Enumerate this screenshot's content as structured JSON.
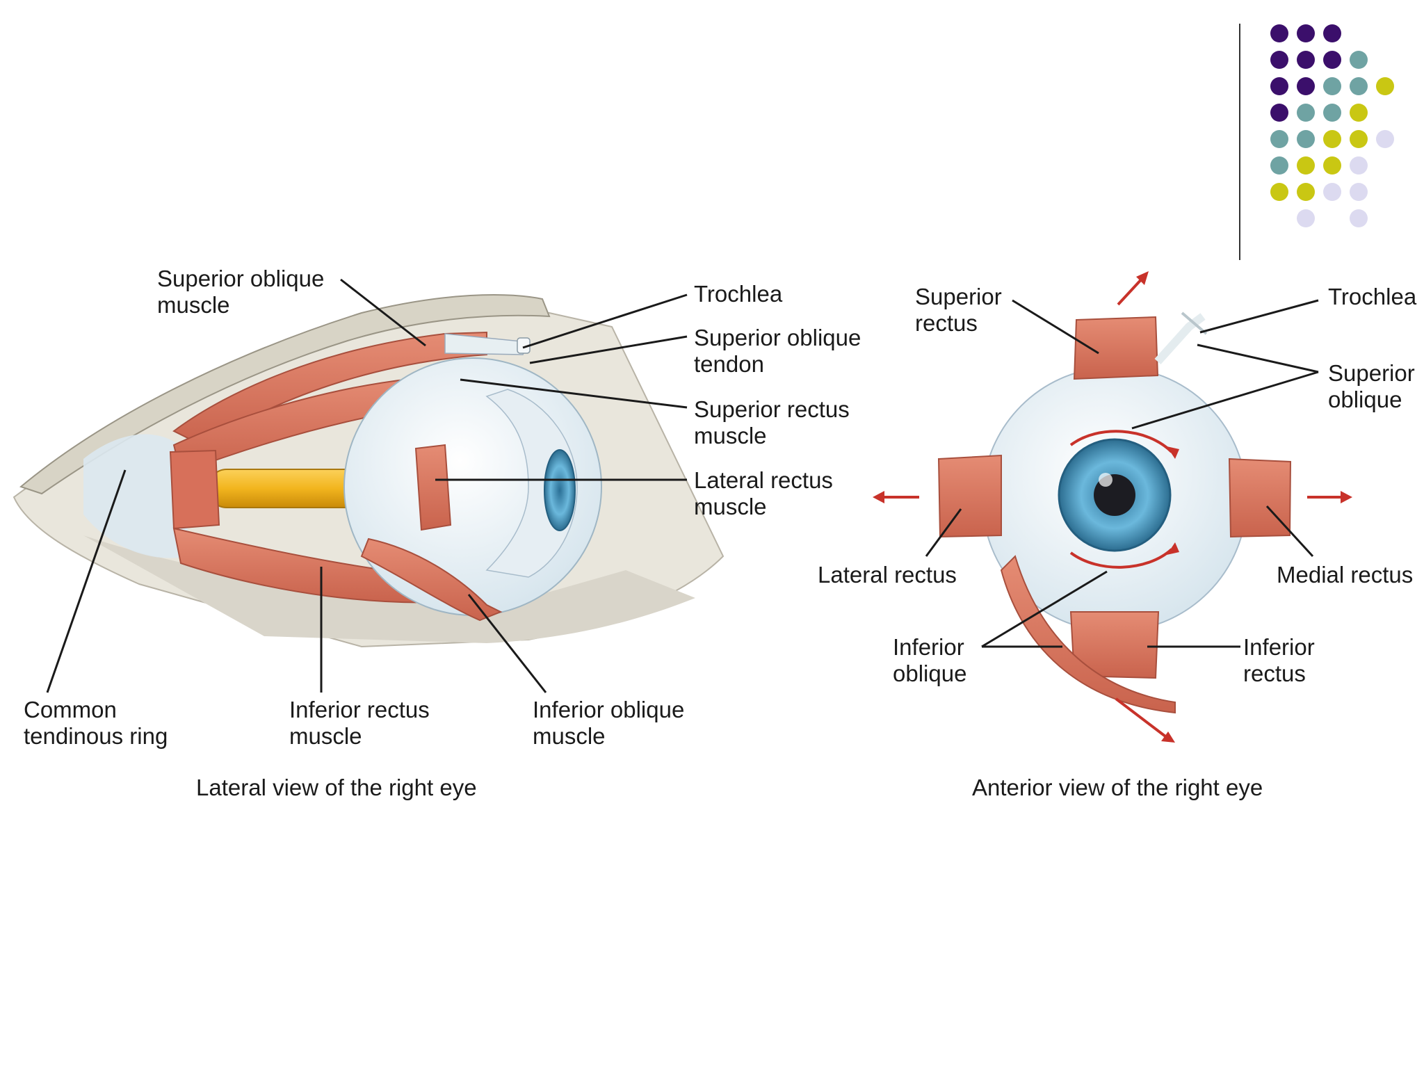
{
  "colors": {
    "muscle": "#d97a63",
    "muscle_dark": "#b65a47",
    "sclera": "#eef4f7",
    "iris": "#5aa9cf",
    "bone": "#dcd9cf",
    "nerve": "#f2b51e",
    "arrow": "#c8322a",
    "dot_purple": "#3b0f6b",
    "dot_teal": "#6fa3a3",
    "dot_yellow": "#c9c713",
    "dot_lavender": "#dcdaf0"
  },
  "decor_dots": [
    [
      "purple",
      "purple",
      "purple",
      "",
      ""
    ],
    [
      "purple",
      "purple",
      "purple",
      "teal",
      ""
    ],
    [
      "purple",
      "purple",
      "teal",
      "teal",
      "yellow"
    ],
    [
      "purple",
      "teal",
      "teal",
      "yellow",
      ""
    ],
    [
      "teal",
      "teal",
      "yellow",
      "yellow",
      "lavender"
    ],
    [
      "teal",
      "yellow",
      "yellow",
      "lavender",
      ""
    ],
    [
      "yellow",
      "yellow",
      "lavender",
      "lavender",
      ""
    ],
    [
      "",
      "lavender",
      "",
      "lavender",
      ""
    ]
  ],
  "lateral": {
    "caption": "Lateral view of the right eye",
    "labels": {
      "superior_oblique_muscle": "Superior oblique\nmuscle",
      "trochlea": "Trochlea",
      "superior_oblique_tendon": "Superior oblique\ntendon",
      "superior_rectus_muscle": "Superior rectus\nmuscle",
      "lateral_rectus_muscle": "Lateral rectus\nmuscle",
      "common_tendinous_ring": "Common\ntendinous ring",
      "inferior_rectus_muscle": "Inferior rectus\nmuscle",
      "inferior_oblique_muscle": "Inferior oblique\nmuscle"
    }
  },
  "anterior": {
    "caption": "Anterior view of the right eye",
    "labels": {
      "superior_rectus": "Superior\nrectus",
      "trochlea": "Trochlea",
      "superior_oblique": "Superior\noblique",
      "lateral_rectus": "Lateral rectus",
      "medial_rectus": "Medial rectus",
      "inferior_oblique": "Inferior\noblique",
      "inferior_rectus": "Inferior\nrectus"
    }
  }
}
